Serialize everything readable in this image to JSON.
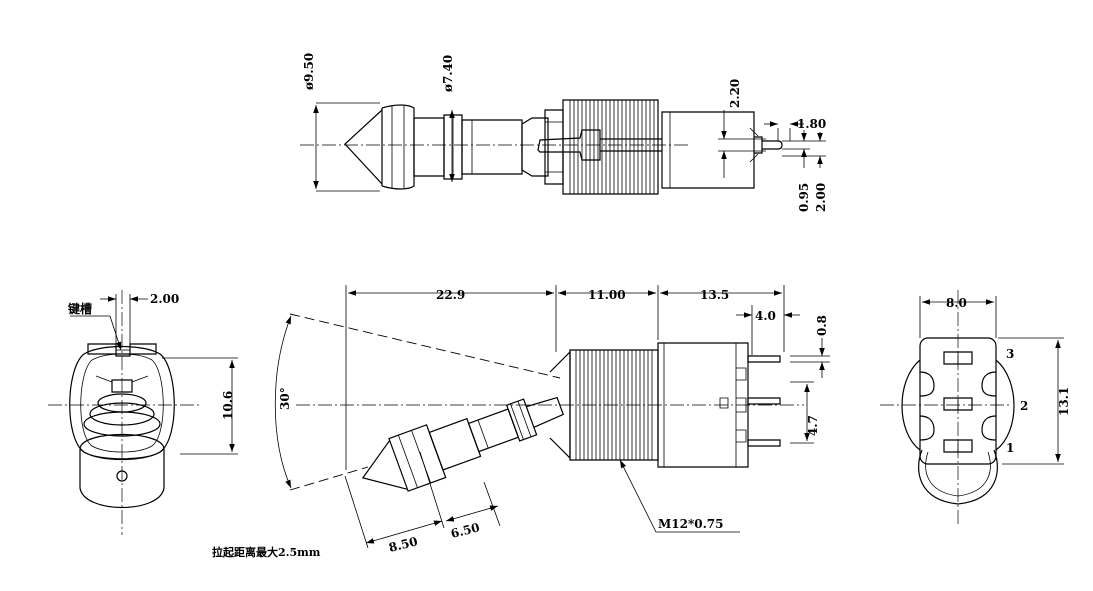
{
  "colors": {
    "ink": "#000000",
    "paper": "#ffffff"
  },
  "top_view": {
    "dia_outer": "ø9.50",
    "dia_inner": "ø7.40",
    "dim_2_20": "2.20",
    "dim_1_80": "1.80",
    "dim_0_95": "0.95",
    "dim_2_00": "2.00"
  },
  "left_view": {
    "keyway_label": "键槽",
    "dim_width": "2.00",
    "dim_height": "10.6"
  },
  "front_view": {
    "dim_22_9": "22.9",
    "dim_11_00": "11.00",
    "dim_13_5": "13.5",
    "dim_4_0": "4.0",
    "dim_0_8": "0.8",
    "dim_4_7": "4.7",
    "angle": "30°",
    "dim_8_50": "8.50",
    "dim_6_50": "6.50",
    "thread": "M12*0.75",
    "note": "拉起距离最大2.5mm"
  },
  "right_view": {
    "dim_width": "8.0",
    "dim_height": "13.1",
    "pin_1": "1",
    "pin_2": "2",
    "pin_3": "3"
  }
}
